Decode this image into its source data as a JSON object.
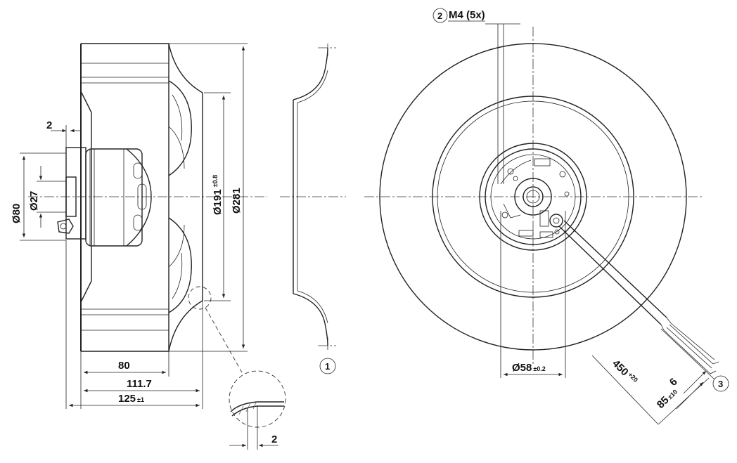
{
  "dimensions": {
    "gap_top": "2",
    "dia_80": "Ø80",
    "dia_27": "Ø27",
    "dia_191": "Ø191",
    "dia_191_tol": "±0.8",
    "dia_281": "Ø281",
    "len_80": "80",
    "len_111": "111.7",
    "len_125": "125",
    "len_125_tol": "±1",
    "gap_detail": "2",
    "dia_58": "Ø58",
    "dia_58_tol": "±0.2",
    "thread": "M4 (5x)",
    "cable_450": "450",
    "cable_450_tol": "+20",
    "strip_6": "6",
    "strip_85": "85",
    "strip_85_tol": "±10"
  },
  "callouts": {
    "one": "1",
    "two": "2",
    "three": "3"
  }
}
